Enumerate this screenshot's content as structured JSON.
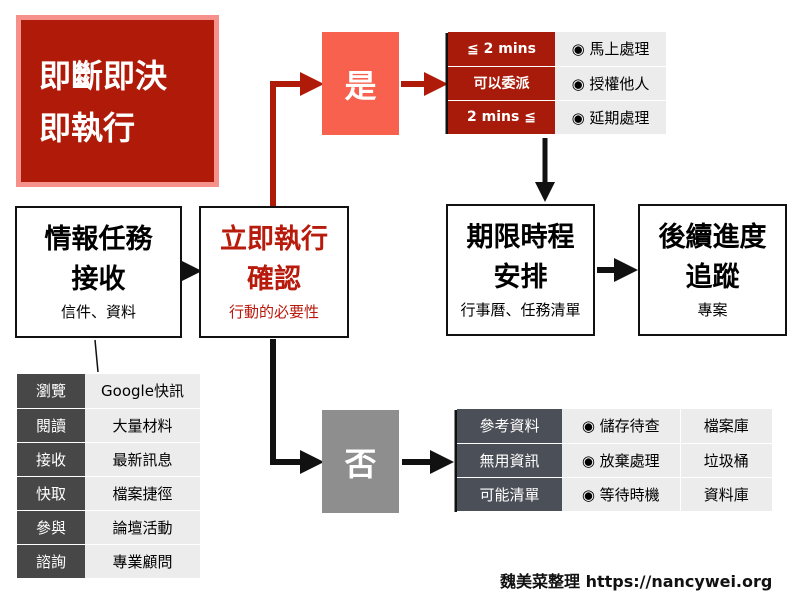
{
  "title": {
    "line1": "即斷即決",
    "line2": "即執行"
  },
  "intake": {
    "title1": "情報任務",
    "title2": "接收",
    "sub": "信件、資料"
  },
  "confirm": {
    "title1": "立即執行",
    "title2": "確認",
    "sub": "行動的必要性"
  },
  "yes": "是",
  "no": "否",
  "yes_table": [
    {
      "key": "≦ 2 mins",
      "action": "◉ 馬上處理"
    },
    {
      "key": "可以委派",
      "action": "◉ 授權他人"
    },
    {
      "key": "2 mins ≦",
      "action": "◉ 延期處理"
    }
  ],
  "schedule": {
    "title1": "期限時程",
    "title2": "安排",
    "sub": "行事曆、任務清單"
  },
  "followup": {
    "title1": "後續進度",
    "title2": "追蹤",
    "sub": "專案"
  },
  "no_table": [
    {
      "key": "參考資料",
      "action": "◉ 儲存待查",
      "place": "檔案庫"
    },
    {
      "key": "無用資訊",
      "action": "◉ 放棄處理",
      "place": "垃圾桶"
    },
    {
      "key": "可能清單",
      "action": "◉ 等待時機",
      "place": "資料庫"
    }
  ],
  "sources": [
    {
      "key": "瀏覽",
      "value": "Google快訊"
    },
    {
      "key": "閱讀",
      "value": "大量材料"
    },
    {
      "key": "接收",
      "value": "最新訊息"
    },
    {
      "key": "快取",
      "value": "檔案捷徑"
    },
    {
      "key": "參與",
      "value": "論壇活動"
    },
    {
      "key": "諮詢",
      "value": "專業顧問"
    }
  ],
  "footer": "魏美菜整理 https://nancywei.org",
  "colors": {
    "dark_red": "#b01a08",
    "salmon": "#f7614d",
    "gray": "#8e8e8e"
  }
}
